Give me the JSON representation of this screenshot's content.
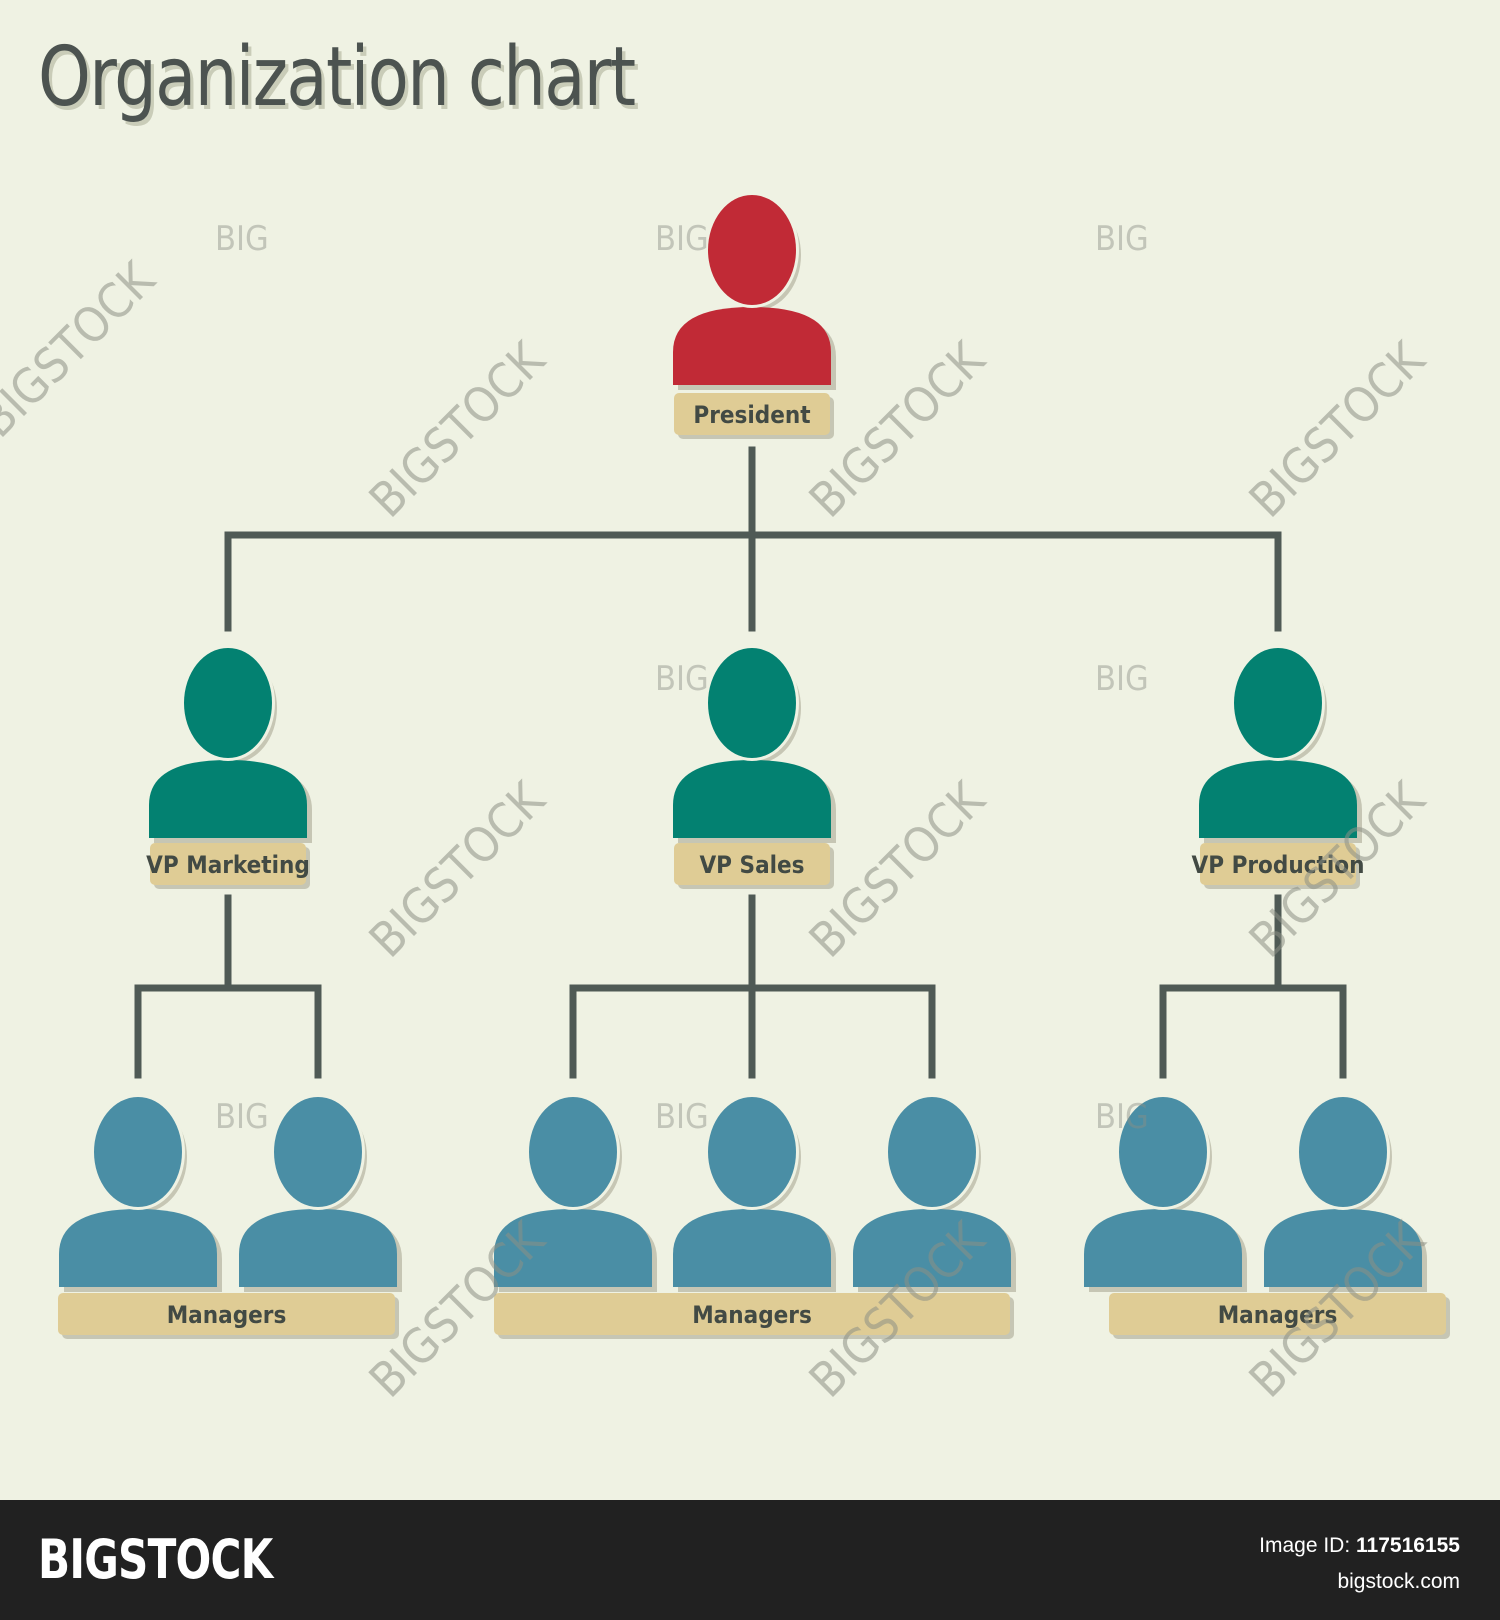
{
  "title": "Organization chart",
  "colors": {
    "background": "#eff2e3",
    "connector": "#4f5a55",
    "president": "#c12a36",
    "vp": "#038171",
    "manager": "#4a8ea5",
    "label_box": "#dfcc95",
    "label_text": "#424a44"
  },
  "nodes": {
    "president": {
      "label": "President",
      "icon": "person-icon",
      "color": "president"
    },
    "vps": [
      {
        "label": "VP Marketing",
        "icon": "person-icon",
        "color": "vp",
        "managers": 2
      },
      {
        "label": "VP Sales",
        "icon": "person-icon",
        "color": "vp",
        "managers": 3
      },
      {
        "label": "VP Production",
        "icon": "person-icon",
        "color": "vp",
        "managers": 2
      }
    ],
    "manager_groups": [
      {
        "label": "Managers"
      },
      {
        "label": "Managers"
      },
      {
        "label": "Managers"
      }
    ]
  },
  "watermarks": {
    "short": "BIG",
    "long": "BIGSTOCK"
  },
  "footer": {
    "logo": "BIGSTOCK",
    "image_id_label": "Image ID:",
    "image_id": "117516155",
    "site": "bigstock.com"
  }
}
